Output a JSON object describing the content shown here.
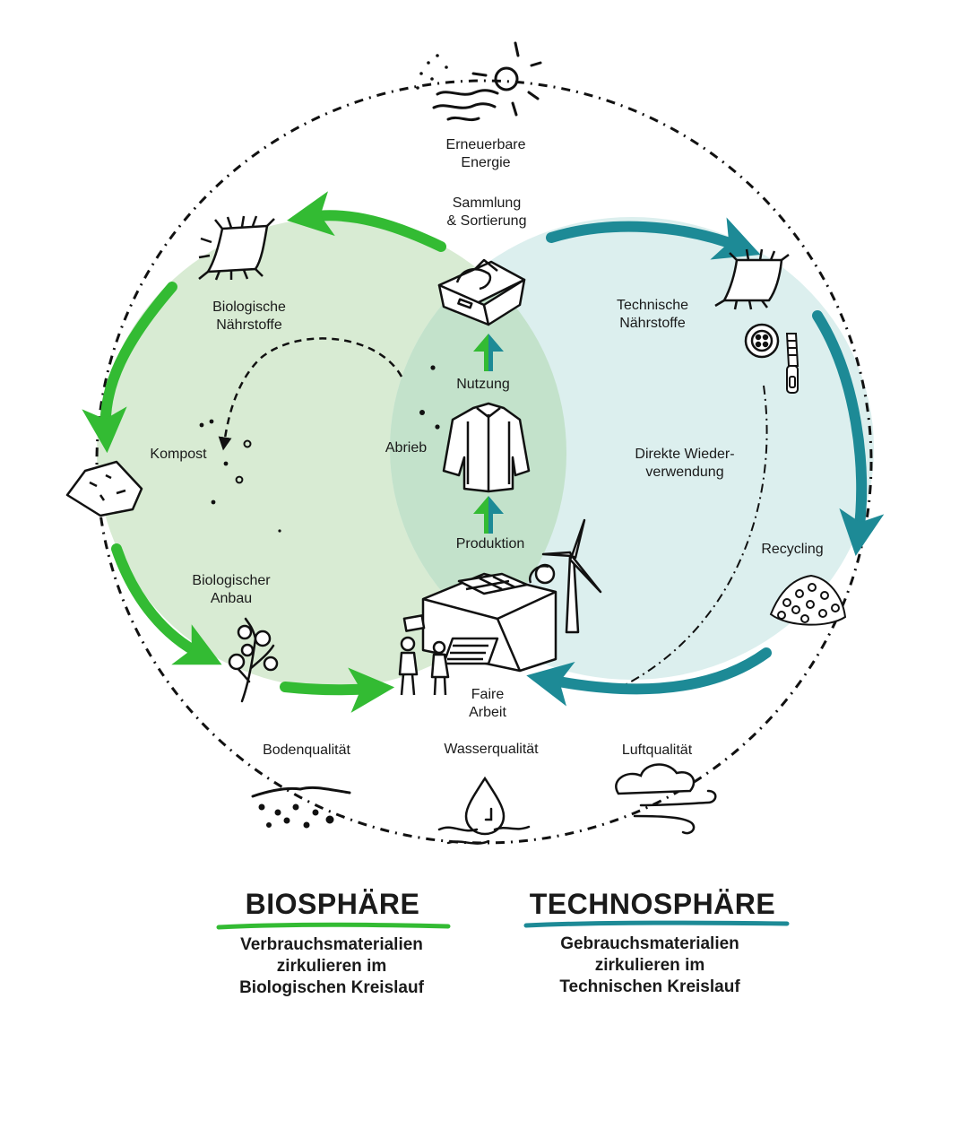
{
  "colors": {
    "bio_fill": "#d8ebd3",
    "tech_fill": "#dcefee",
    "overlap_fill": "#c3e2cb",
    "bio_arrow": "#33bb33",
    "tech_arrow": "#1d8a96",
    "line": "#111111"
  },
  "labels": {
    "energy": "Erneuerbare\nEnergie",
    "collection": "Sammlung\n& Sortierung",
    "bio_nutrients": "Biologische\nNährstoffe",
    "tech_nutrients": "Technische\nNährstoffe",
    "use": "Nutzung",
    "compost": "Kompost",
    "abrasion": "Abrieb",
    "reuse": "Direkte Wieder-\nverwendung",
    "production": "Produktion",
    "recycling": "Recycling",
    "bio_farming": "Biologischer\nAnbau",
    "fair_work": "Faire\nArbeit",
    "soil": "Bodenqualität",
    "water": "Wasserqualität",
    "air": "Luftqualität"
  },
  "icons": [
    "sun-icon",
    "fabric-square-icon",
    "box-icon",
    "fabric-square-tech-icon",
    "button-icon",
    "zipper-icon",
    "jacket-icon",
    "compost-fabric-icon",
    "cotton-plant-icon",
    "factory-icon",
    "wind-turbine-icon",
    "workers-icon",
    "recycled-granulate-icon",
    "soil-icon",
    "water-drop-icon",
    "cloud-wind-icon"
  ],
  "legend": {
    "bio_title": "BIOSPHÄRE",
    "bio_desc": "Verbrauchsmaterialien\nzirkulieren im\nBiologischen Kreislauf",
    "tech_title": "TECHNOSPHÄRE",
    "tech_desc": "Gebrauchsmaterialien\nzirkulieren im\nTechnischen Kreislauf"
  }
}
